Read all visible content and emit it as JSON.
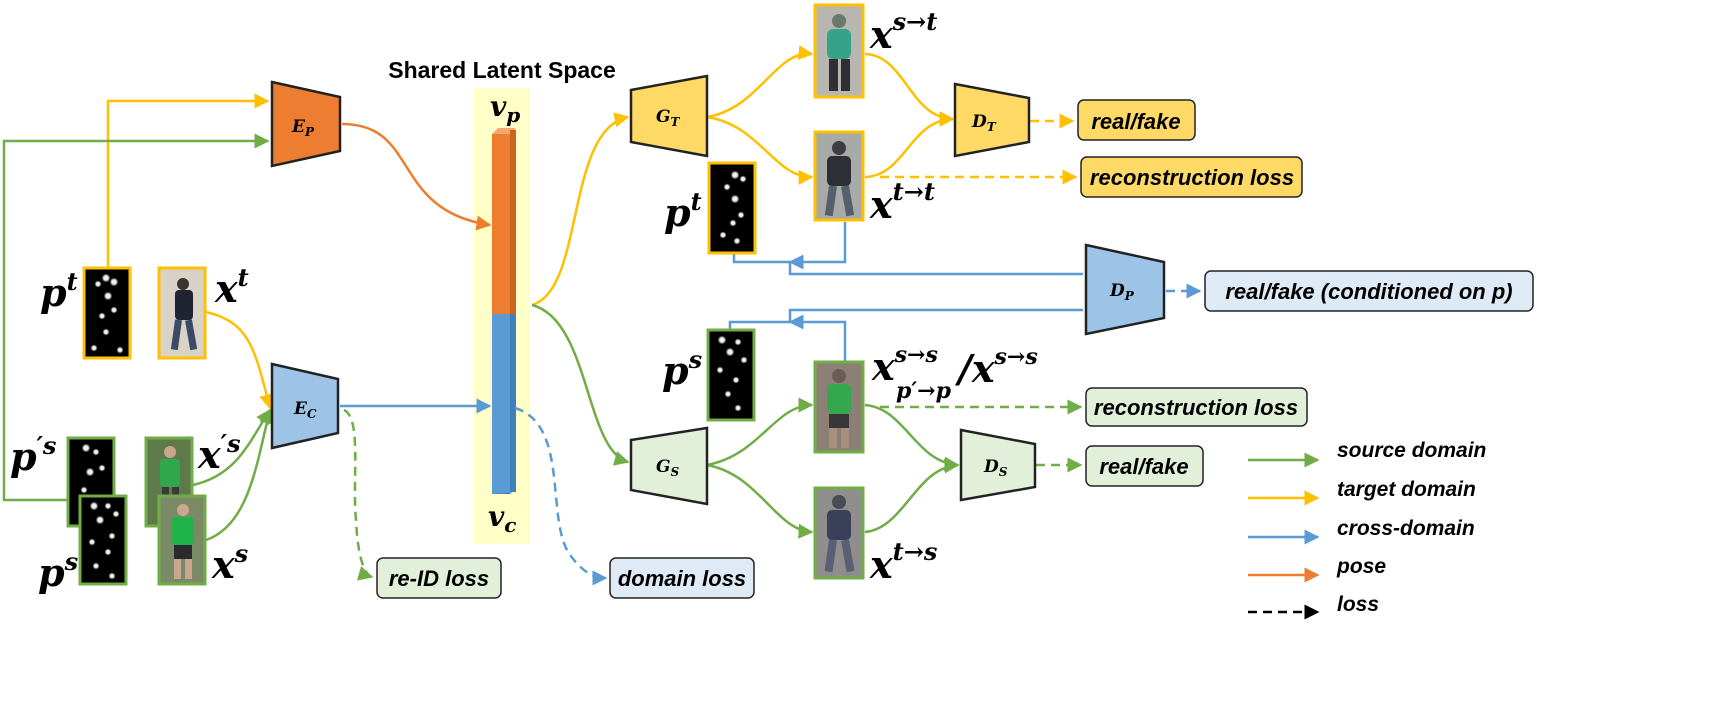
{
  "diagram": {
    "title": "Shared Latent Space",
    "latent": {
      "top_label": "v",
      "top_sub": "p",
      "bottom_label": "v",
      "bottom_sub": "c"
    },
    "encoders": {
      "pose": {
        "main": "E",
        "sub": "P"
      },
      "content": {
        "main": "E",
        "sub": "C"
      }
    },
    "generators": {
      "target": {
        "main": "G",
        "sub": "T"
      },
      "source": {
        "main": "G",
        "sub": "S"
      }
    },
    "discriminators": {
      "target": {
        "main": "D",
        "sub": "T"
      },
      "pose": {
        "main": "D",
        "sub": "P"
      },
      "source": {
        "main": "D",
        "sub": "S"
      }
    },
    "inputs": {
      "pt": {
        "main": "p",
        "sup": "t"
      },
      "xt": {
        "main": "x",
        "sup": "t"
      },
      "pps": {
        "main": "p",
        "sup": "′s"
      },
      "xps": {
        "main": "x",
        "sup": "′s"
      },
      "ps": {
        "main": "p",
        "sup": "s"
      },
      "xs": {
        "main": "x",
        "sup": "s"
      }
    },
    "outputs": {
      "x_s2t": {
        "main": "x",
        "sup": "s→t"
      },
      "x_t2t": {
        "main": "x",
        "sup": "t→t"
      },
      "pt_right": {
        "main": "p",
        "sup": "t"
      },
      "ps_right": {
        "main": "p",
        "sup": "s"
      },
      "x_s2s": {
        "main": "x",
        "sup": "s→s",
        "sub": "p′→p",
        "slash": "/",
        "main2": "x",
        "sup2": "s→s"
      },
      "x_t2s": {
        "main": "x",
        "sup": "t→s"
      }
    },
    "losses": {
      "real_fake_target": "real/fake",
      "recon_target": "reconstruction loss",
      "real_fake_pose": "real/fake (conditioned on p)",
      "recon_source": "reconstruction loss",
      "real_fake_source": "real/fake",
      "reid": "re-ID loss",
      "domain": "domain loss"
    },
    "legend": [
      {
        "label": "source domain",
        "color": "#70AD47",
        "dashed": false
      },
      {
        "label": "target domain",
        "color": "#FFC000",
        "dashed": false
      },
      {
        "label": "cross-domain",
        "color": "#5B9BD5",
        "dashed": false
      },
      {
        "label": "pose",
        "color": "#ED7D31",
        "dashed": false
      },
      {
        "label": "loss",
        "color": "#000000",
        "dashed": true
      }
    ],
    "colors": {
      "source": "#70AD47",
      "target": "#FFC000",
      "cross": "#5B9BD5",
      "pose": "#ED7D31",
      "latent_bg": "#FFFFC8"
    }
  }
}
